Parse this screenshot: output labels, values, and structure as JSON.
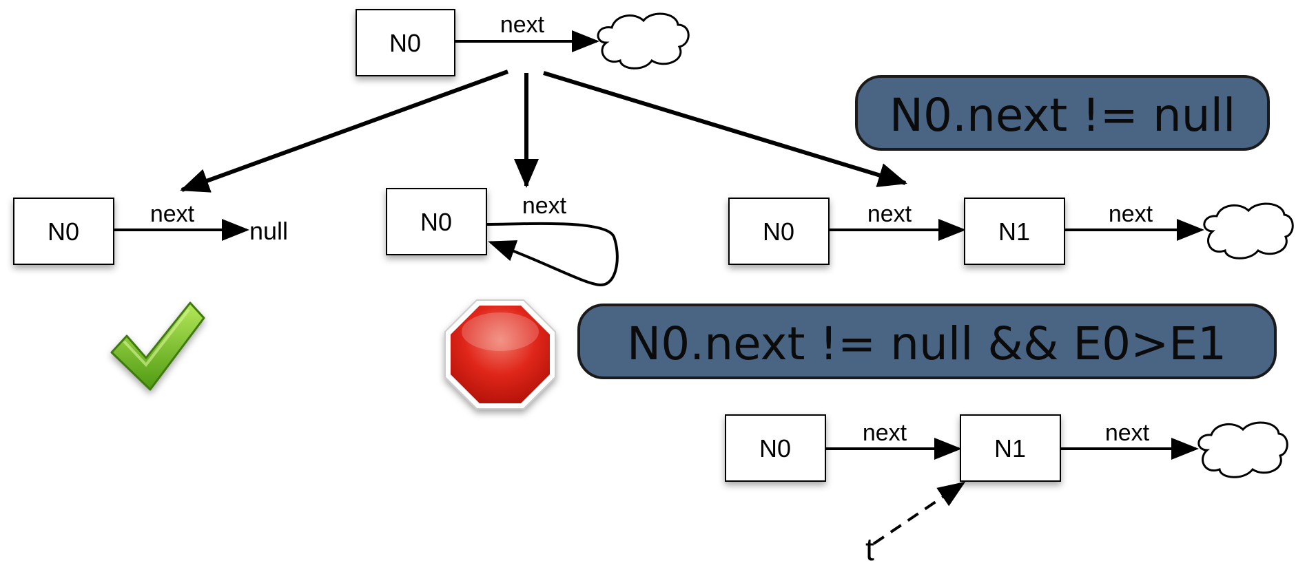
{
  "root": {
    "node": "N0",
    "edge": "next"
  },
  "case_null": {
    "node": "N0",
    "edge": "next",
    "target": "null"
  },
  "case_self": {
    "node": "N0",
    "edge": "next"
  },
  "case_chain": {
    "node0": "N0",
    "node1": "N1",
    "edge0": "next",
    "edge1": "next"
  },
  "condition1": "N0.next != null",
  "condition2": "N0.next != null && E0>E1",
  "case_t": {
    "node0": "N0",
    "node1": "N1",
    "edge0": "next",
    "edge1": "next",
    "var": "t"
  },
  "colors": {
    "condition_fill": "#4a6584",
    "condition_border": "#1a1a1a",
    "check": "#6cbf1f",
    "stop": "#e0261a"
  },
  "icons": {
    "ok": "checkmark-icon",
    "fail": "stop-sign-icon",
    "unknown": "cloud-icon"
  }
}
